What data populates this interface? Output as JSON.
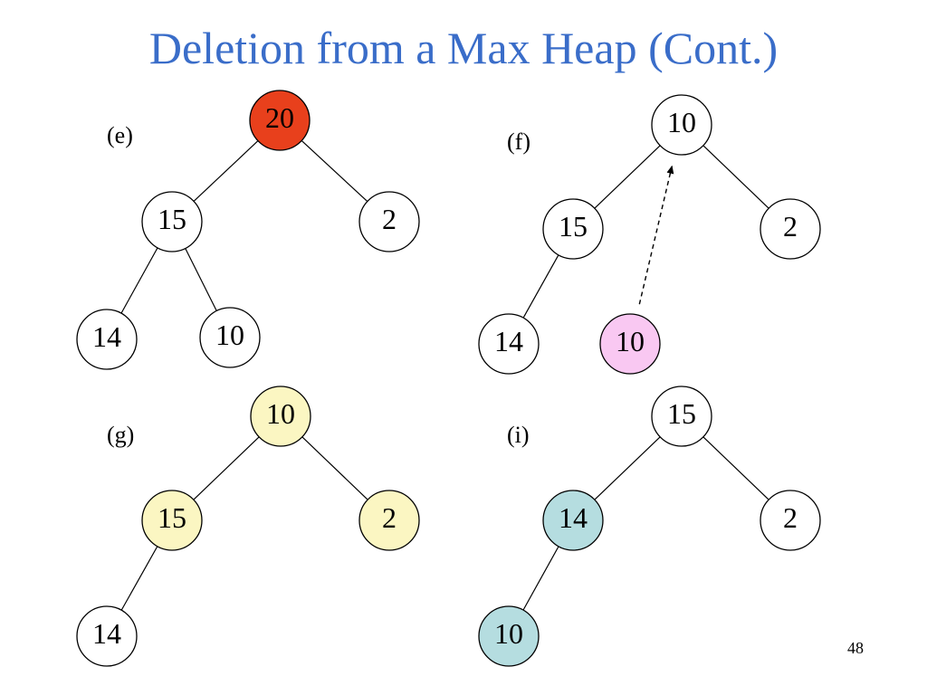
{
  "slide": {
    "title": "Deletion from a Max Heap (Cont.)",
    "page_number": "48"
  },
  "colors": {
    "title": "#3a6dc9",
    "removed_root": "#e8401c",
    "moved_node": "#f9c8f2",
    "compared_nodes": "#fbf6c2",
    "swapped_nodes": "#b5dde0",
    "default_node": "#ffffff"
  },
  "panels": [
    {
      "label": "(e)",
      "nodes": [
        {
          "id": "e-root",
          "value": "20",
          "fill": "#e8401c"
        },
        {
          "id": "e-left",
          "value": "15",
          "fill": "#ffffff"
        },
        {
          "id": "e-right",
          "value": "2",
          "fill": "#ffffff"
        },
        {
          "id": "e-left-left",
          "value": "14",
          "fill": "#ffffff"
        },
        {
          "id": "e-left-right",
          "value": "10",
          "fill": "#ffffff"
        }
      ],
      "edges": [
        [
          "e-root",
          "e-left"
        ],
        [
          "e-root",
          "e-right"
        ],
        [
          "e-left",
          "e-left-left"
        ],
        [
          "e-left",
          "e-left-right"
        ]
      ]
    },
    {
      "label": "(f)",
      "nodes": [
        {
          "id": "f-root",
          "value": "10",
          "fill": "#ffffff"
        },
        {
          "id": "f-left",
          "value": "15",
          "fill": "#ffffff"
        },
        {
          "id": "f-right",
          "value": "2",
          "fill": "#ffffff"
        },
        {
          "id": "f-left-left",
          "value": "14",
          "fill": "#ffffff"
        },
        {
          "id": "f-moved",
          "value": "10",
          "fill": "#f9c8f2"
        }
      ],
      "edges": [
        [
          "f-root",
          "f-left"
        ],
        [
          "f-root",
          "f-right"
        ],
        [
          "f-left",
          "f-left-left"
        ]
      ],
      "arrows": [
        [
          "f-moved",
          "f-root"
        ]
      ]
    },
    {
      "label": "(g)",
      "nodes": [
        {
          "id": "g-root",
          "value": "10",
          "fill": "#fbf6c2"
        },
        {
          "id": "g-left",
          "value": "15",
          "fill": "#fbf6c2"
        },
        {
          "id": "g-right",
          "value": "2",
          "fill": "#fbf6c2"
        },
        {
          "id": "g-left-left",
          "value": "14",
          "fill": "#ffffff"
        }
      ],
      "edges": [
        [
          "g-root",
          "g-left"
        ],
        [
          "g-root",
          "g-right"
        ],
        [
          "g-left",
          "g-left-left"
        ]
      ]
    },
    {
      "label": "(i)",
      "nodes": [
        {
          "id": "i-root",
          "value": "15",
          "fill": "#ffffff"
        },
        {
          "id": "i-left",
          "value": "14",
          "fill": "#b5dde0"
        },
        {
          "id": "i-right",
          "value": "2",
          "fill": "#ffffff"
        },
        {
          "id": "i-left-left",
          "value": "10",
          "fill": "#b5dde0"
        }
      ],
      "edges": [
        [
          "i-root",
          "i-left"
        ],
        [
          "i-root",
          "i-right"
        ],
        [
          "i-left",
          "i-left-left"
        ]
      ]
    }
  ]
}
